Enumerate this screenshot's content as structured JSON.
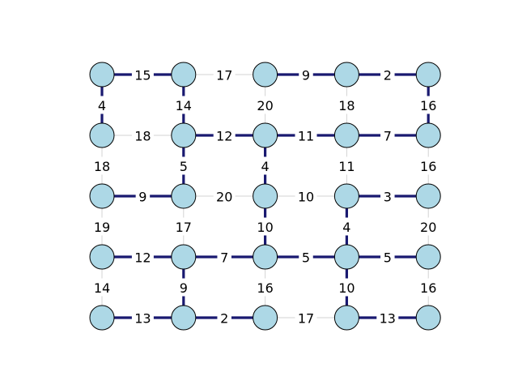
{
  "graph": {
    "rows": 5,
    "cols": 5,
    "colors": {
      "node_fill": "#add8e6",
      "node_stroke": "#000000",
      "mst_edge": "#191970",
      "other_edge": "#d3d3d3",
      "label_bg": "#ffffff"
    },
    "horizontal_edges": [
      {
        "row": 0,
        "col": 0,
        "weight": "15",
        "in_mst": true
      },
      {
        "row": 0,
        "col": 1,
        "weight": "17",
        "in_mst": false
      },
      {
        "row": 0,
        "col": 2,
        "weight": "9",
        "in_mst": true
      },
      {
        "row": 0,
        "col": 3,
        "weight": "2",
        "in_mst": true
      },
      {
        "row": 1,
        "col": 0,
        "weight": "18",
        "in_mst": false
      },
      {
        "row": 1,
        "col": 1,
        "weight": "12",
        "in_mst": true
      },
      {
        "row": 1,
        "col": 2,
        "weight": "11",
        "in_mst": true
      },
      {
        "row": 1,
        "col": 3,
        "weight": "7",
        "in_mst": true
      },
      {
        "row": 2,
        "col": 0,
        "weight": "9",
        "in_mst": true
      },
      {
        "row": 2,
        "col": 1,
        "weight": "20",
        "in_mst": false
      },
      {
        "row": 2,
        "col": 2,
        "weight": "10",
        "in_mst": false
      },
      {
        "row": 2,
        "col": 3,
        "weight": "3",
        "in_mst": true
      },
      {
        "row": 3,
        "col": 0,
        "weight": "12",
        "in_mst": true
      },
      {
        "row": 3,
        "col": 1,
        "weight": "7",
        "in_mst": true
      },
      {
        "row": 3,
        "col": 2,
        "weight": "5",
        "in_mst": true
      },
      {
        "row": 3,
        "col": 3,
        "weight": "5",
        "in_mst": true
      },
      {
        "row": 4,
        "col": 0,
        "weight": "13",
        "in_mst": true
      },
      {
        "row": 4,
        "col": 1,
        "weight": "2",
        "in_mst": true
      },
      {
        "row": 4,
        "col": 2,
        "weight": "17",
        "in_mst": false
      },
      {
        "row": 4,
        "col": 3,
        "weight": "13",
        "in_mst": true
      }
    ],
    "vertical_edges": [
      {
        "row": 0,
        "col": 0,
        "weight": "4",
        "in_mst": true
      },
      {
        "row": 0,
        "col": 1,
        "weight": "14",
        "in_mst": true
      },
      {
        "row": 0,
        "col": 2,
        "weight": "20",
        "in_mst": false
      },
      {
        "row": 0,
        "col": 3,
        "weight": "18",
        "in_mst": false
      },
      {
        "row": 0,
        "col": 4,
        "weight": "16",
        "in_mst": true
      },
      {
        "row": 1,
        "col": 0,
        "weight": "18",
        "in_mst": false
      },
      {
        "row": 1,
        "col": 1,
        "weight": "5",
        "in_mst": true
      },
      {
        "row": 1,
        "col": 2,
        "weight": "4",
        "in_mst": true
      },
      {
        "row": 1,
        "col": 3,
        "weight": "11",
        "in_mst": false
      },
      {
        "row": 1,
        "col": 4,
        "weight": "16",
        "in_mst": false
      },
      {
        "row": 2,
        "col": 0,
        "weight": "19",
        "in_mst": false
      },
      {
        "row": 2,
        "col": 1,
        "weight": "17",
        "in_mst": false
      },
      {
        "row": 2,
        "col": 2,
        "weight": "10",
        "in_mst": true
      },
      {
        "row": 2,
        "col": 3,
        "weight": "4",
        "in_mst": true
      },
      {
        "row": 2,
        "col": 4,
        "weight": "20",
        "in_mst": false
      },
      {
        "row": 3,
        "col": 0,
        "weight": "14",
        "in_mst": false
      },
      {
        "row": 3,
        "col": 1,
        "weight": "9",
        "in_mst": true
      },
      {
        "row": 3,
        "col": 2,
        "weight": "16",
        "in_mst": false
      },
      {
        "row": 3,
        "col": 3,
        "weight": "10",
        "in_mst": true
      },
      {
        "row": 3,
        "col": 4,
        "weight": "16",
        "in_mst": false
      }
    ]
  }
}
